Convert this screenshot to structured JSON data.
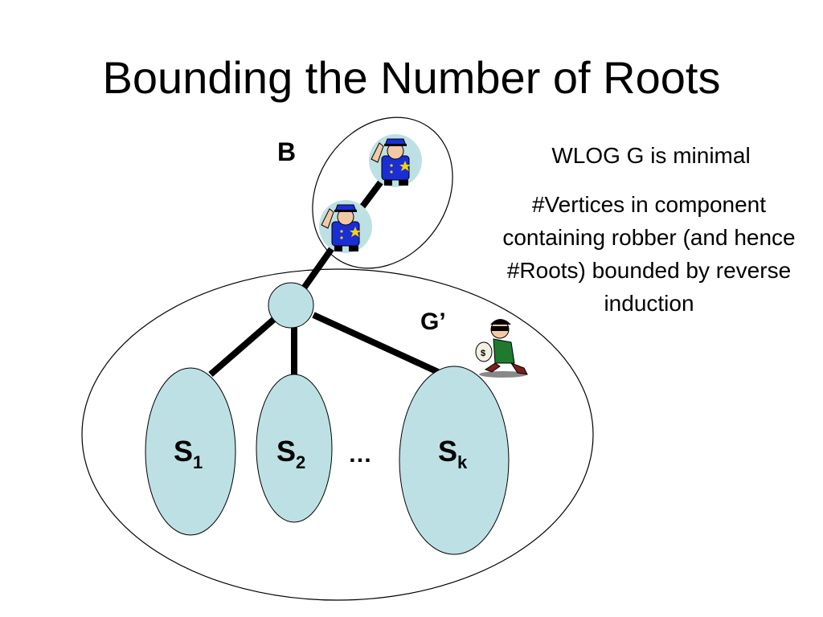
{
  "slide": {
    "title": "Bounding the Number of Roots",
    "notes": [
      "WLOG G is minimal",
      "#Vertices in component containing robber (and hence #Roots) bounded by reverse induction"
    ]
  },
  "diagram": {
    "label_B": "B",
    "label_G_prime": "G’",
    "subtrees": [
      {
        "base": "S",
        "sub": "1"
      },
      {
        "base": "S",
        "sub": "2"
      },
      {
        "base": "S",
        "sub": "k"
      }
    ],
    "ellipsis": "…",
    "icons": [
      "police-officer-icon",
      "police-officer-icon",
      "robber-icon"
    ],
    "colors": {
      "node_fill": "#bde0e4",
      "officer_blue": "#1a2ed6",
      "robber_green": "#1f7a2e"
    }
  }
}
